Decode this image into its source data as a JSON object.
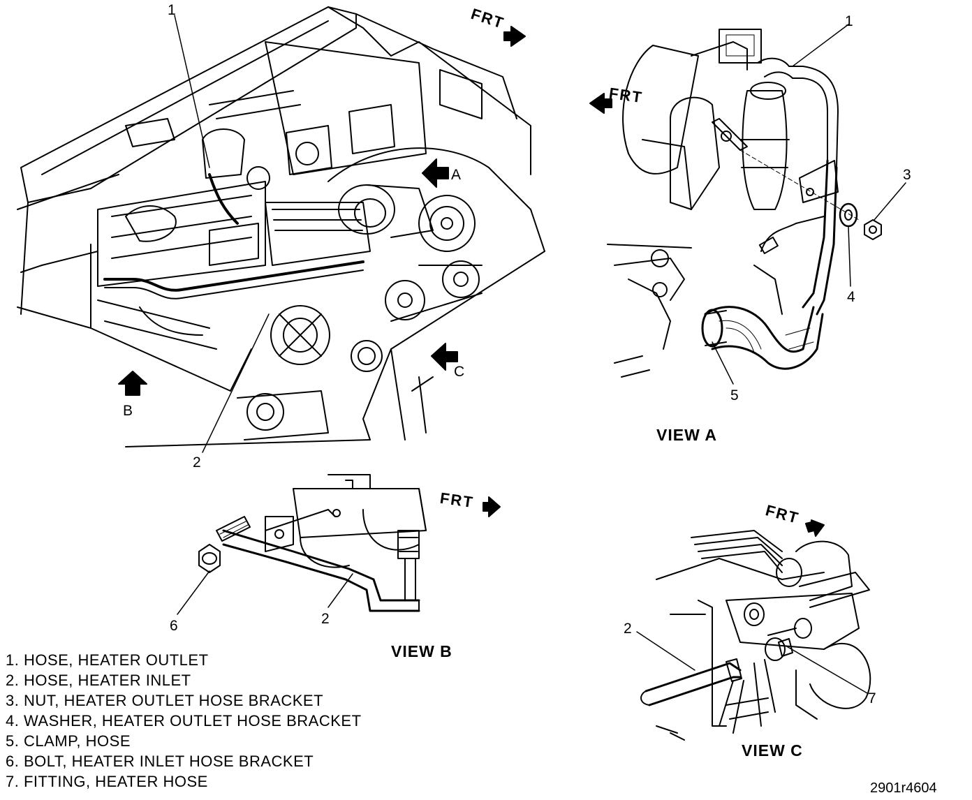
{
  "callouts": {
    "main_1": "1",
    "main_2": "2",
    "view_a_1": "1",
    "view_a_3": "3",
    "view_a_4": "4",
    "view_a_5": "5",
    "view_b_6": "6",
    "view_b_2": "2",
    "view_c_2": "2",
    "view_c_7": "7"
  },
  "direction_labels": {
    "frt": "FRT",
    "arrow_a": "A",
    "arrow_b": "B",
    "arrow_c": "C"
  },
  "view_titles": {
    "a": "VIEW  A",
    "b": "VIEW  B",
    "c": "VIEW  C"
  },
  "legend": [
    "1. HOSE, HEATER OUTLET",
    "2. HOSE, HEATER INLET",
    "3. NUT, HEATER OUTLET HOSE BRACKET",
    "4. WASHER, HEATER OUTLET HOSE BRACKET",
    "5. CLAMP, HOSE",
    "6. BOLT, HEATER INLET HOSE BRACKET",
    "7. FITTING, HEATER HOSE"
  ],
  "figure_code": "2901r4604"
}
